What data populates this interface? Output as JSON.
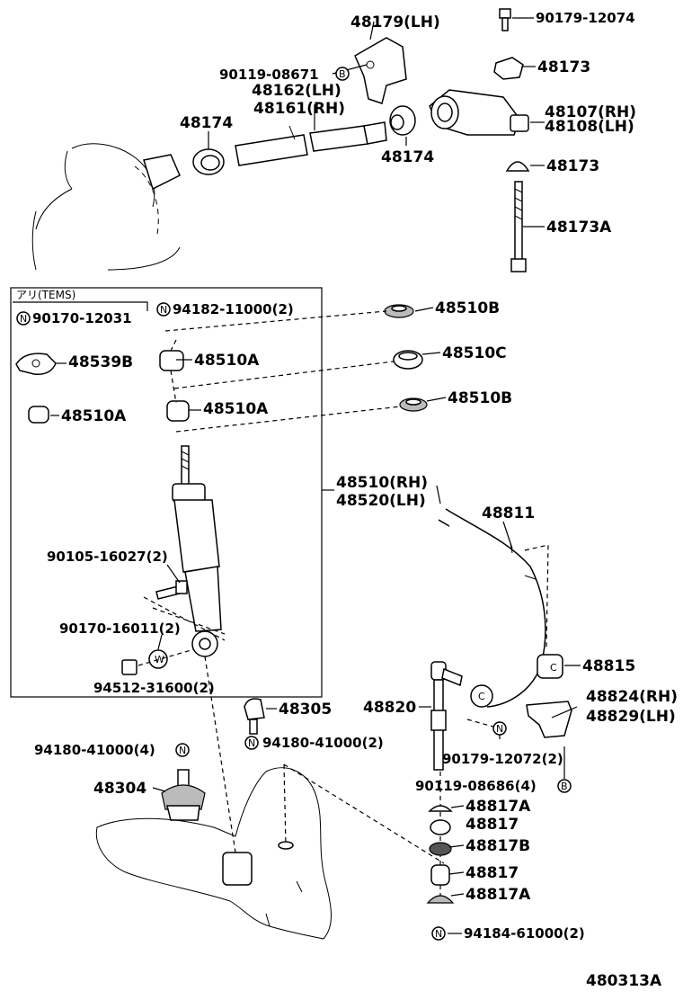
{
  "callouts": {
    "c48179": "48179(LH)",
    "c90179_12074": "90179-12074",
    "c90119_08671": "90119-08671",
    "c48173_top": "48173",
    "c48162": "48162(LH)",
    "c48161": "48161(RH)",
    "c48174_left": "48174",
    "c48107": "48107(RH)",
    "c48108": "48108(LH)",
    "c48174_mid": "48174",
    "c48173_lower": "48173",
    "c48173A": "48173A",
    "tems_label": "アリ(TEMS)",
    "c94182": "94182-11000(2)",
    "c48510B_1": "48510B",
    "c90170_12031": "90170-12031",
    "c48539B": "48539B",
    "c48510A_1": "48510A",
    "c48510C": "48510C",
    "c48510A_2": "48510A",
    "c48510B_2": "48510B",
    "c48510A_3": "48510A",
    "c48510RH": "48510(RH)",
    "c48520LH": "48520(LH)",
    "c48811": "48811",
    "c90105": "90105-16027(2)",
    "c90170_16011": "90170-16011(2)",
    "c94512": "94512-31600(2)",
    "c48815": "48815",
    "c48820": "48820",
    "c48305": "48305",
    "c48824": "48824(RH)",
    "c48829": "48829(LH)",
    "c94180_left": "94180-41000(4)",
    "c94180_right": "94180-41000(2)",
    "c90179_12072": "90179-12072(2)",
    "c48304": "48304",
    "c90119_08686": "90119-08686(4)",
    "c48817A_1": "48817A",
    "c48817_1": "48817",
    "c48817B": "48817B",
    "c48817_2": "48817",
    "c48817A_2": "48817A",
    "c94184": "94184-61000(2)",
    "diagram_code": "480313A"
  },
  "markers": {
    "n": "N",
    "b": "B",
    "w": "W",
    "c": "C"
  }
}
